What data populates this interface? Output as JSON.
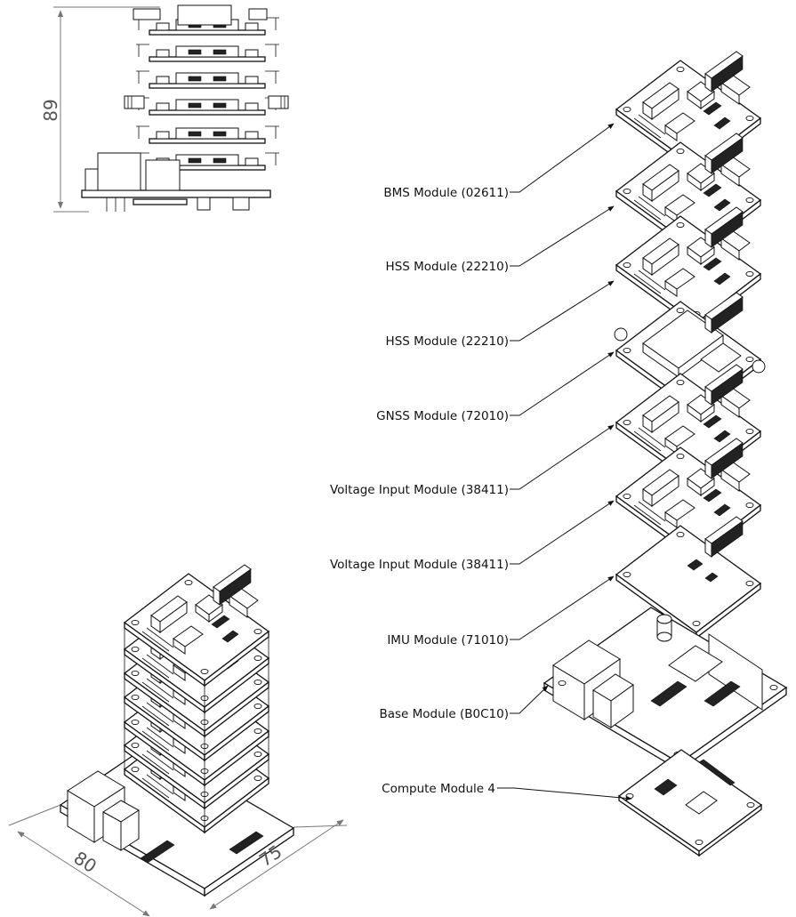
{
  "labels": [
    "BMS Module (02611)",
    "HSS Module (22210)",
    "HSS Module (22210)",
    "GNSS Module (72010)",
    "Voltage Input Module (38411)",
    "Voltage Input Module (38411)",
    "IMU Module (71010)",
    "Base Module (B0C10)",
    "Compute Module 4"
  ],
  "dimensions": {
    "height": "89",
    "width": "80",
    "depth": "75"
  }
}
